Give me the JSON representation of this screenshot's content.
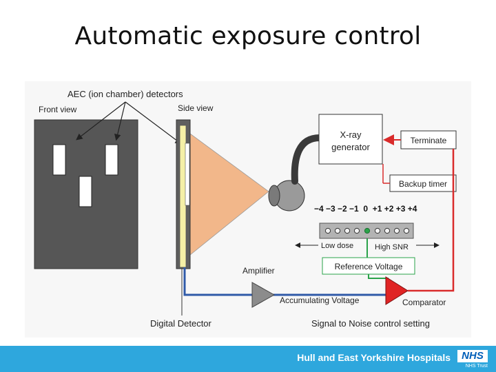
{
  "slide": {
    "title": "Automatic exposure control"
  },
  "diagram": {
    "labels": {
      "aec_detectors": "AEC (ion chamber) detectors",
      "front_view": "Front view",
      "side_view": "Side view",
      "xray_generator_line1": "X-ray",
      "xray_generator_line2": "generator",
      "terminate": "Terminate",
      "backup_timer": "Backup timer",
      "scale": "−4 −3 −2 −1  0  +1 +2 +3 +4",
      "low_dose": "Low dose",
      "high_snr": "High SNR",
      "reference_voltage": "Reference Voltage",
      "amplifier": "Amplifier",
      "accumulating_voltage": "Accumulating Voltage",
      "comparator": "Comparator",
      "digital_detector": "Digital Detector",
      "snr_setting": "Signal to Noise control setting"
    },
    "colors": {
      "beam": "#f2b78a",
      "blue_wire": "#2f5aa8",
      "red_wire": "#d92b2b",
      "green_wire": "#2aa34a",
      "detector_panel": "#565656",
      "comparator": "#e02424",
      "amplifier": "#8c8c8c"
    },
    "scale_active_index": 4
  },
  "footer": {
    "org": "Hull and East Yorkshire Hospitals",
    "nhs": "NHS",
    "trust": "NHS Trust"
  }
}
